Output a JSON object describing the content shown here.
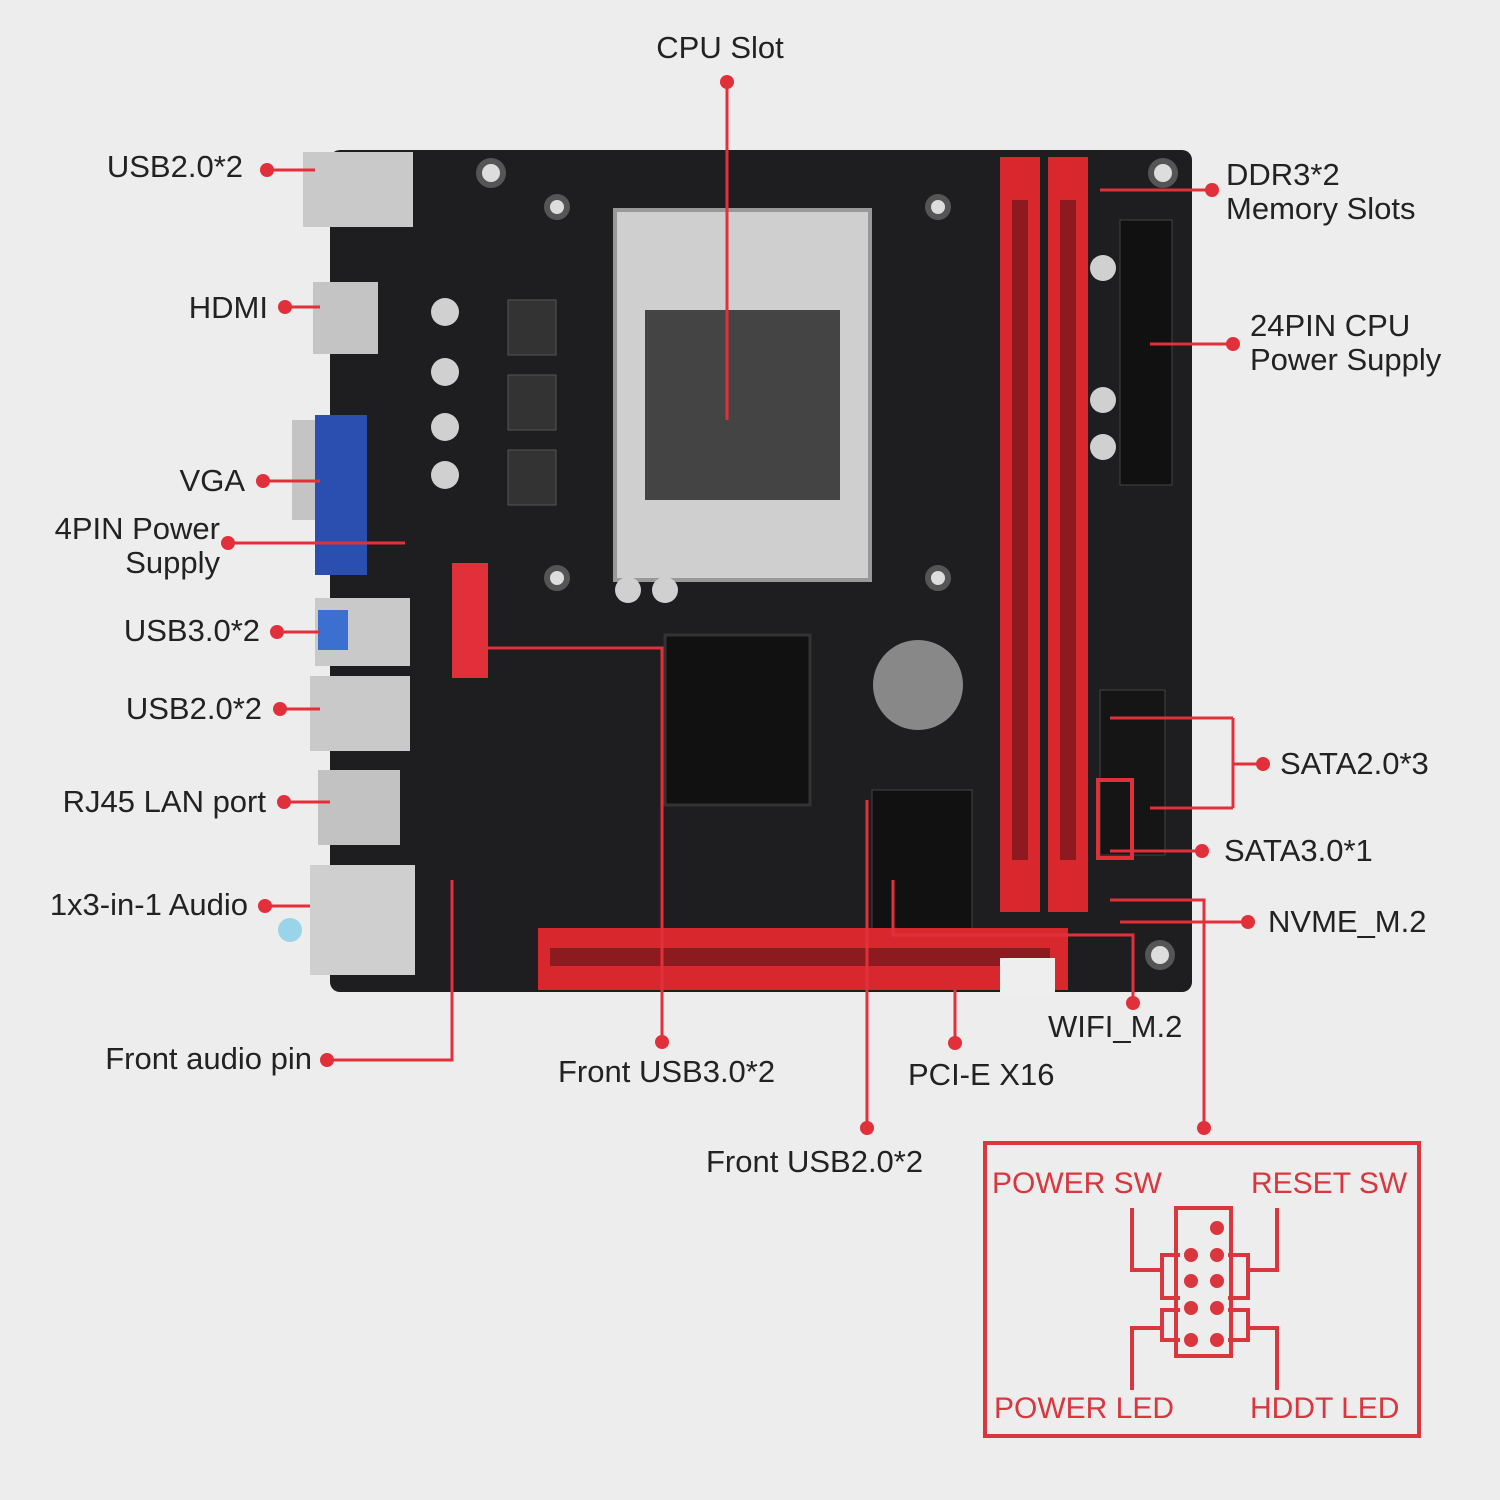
{
  "labels": {
    "cpu_slot": "CPU Slot",
    "usb2_top": "USB2.0*2",
    "hdmi": "HDMI",
    "vga": "VGA",
    "pin4_line1": "4PIN Power",
    "pin4_line2": "Supply",
    "usb3": "USB3.0*2",
    "usb2_mid": "USB2.0*2",
    "rj45": "RJ45 LAN port",
    "audio": "1x3-in-1 Audio",
    "front_audio": "Front audio pin",
    "front_usb3": "Front USB3.0*2",
    "front_usb2": "Front USB2.0*2",
    "pcie": "PCI-E X16",
    "wifi": "WIFI_M.2",
    "nvme": "NVME_M.2",
    "sata3": "SATA3.0*1",
    "sata2": "SATA2.0*3",
    "pin24_line1": "24PIN CPU",
    "pin24_line2": "Power Supply",
    "ddr_line1": "DDR3*2",
    "ddr_line2": "Memory Slots"
  },
  "front_panel": {
    "power_sw": "POWER SW",
    "reset_sw": "RESET SW",
    "power_led": "POWER LED",
    "hddt_led": "HDDT LED"
  },
  "colors": {
    "accent": "#e2303a",
    "board": "#1e1e20",
    "slot": "#d8282e"
  }
}
